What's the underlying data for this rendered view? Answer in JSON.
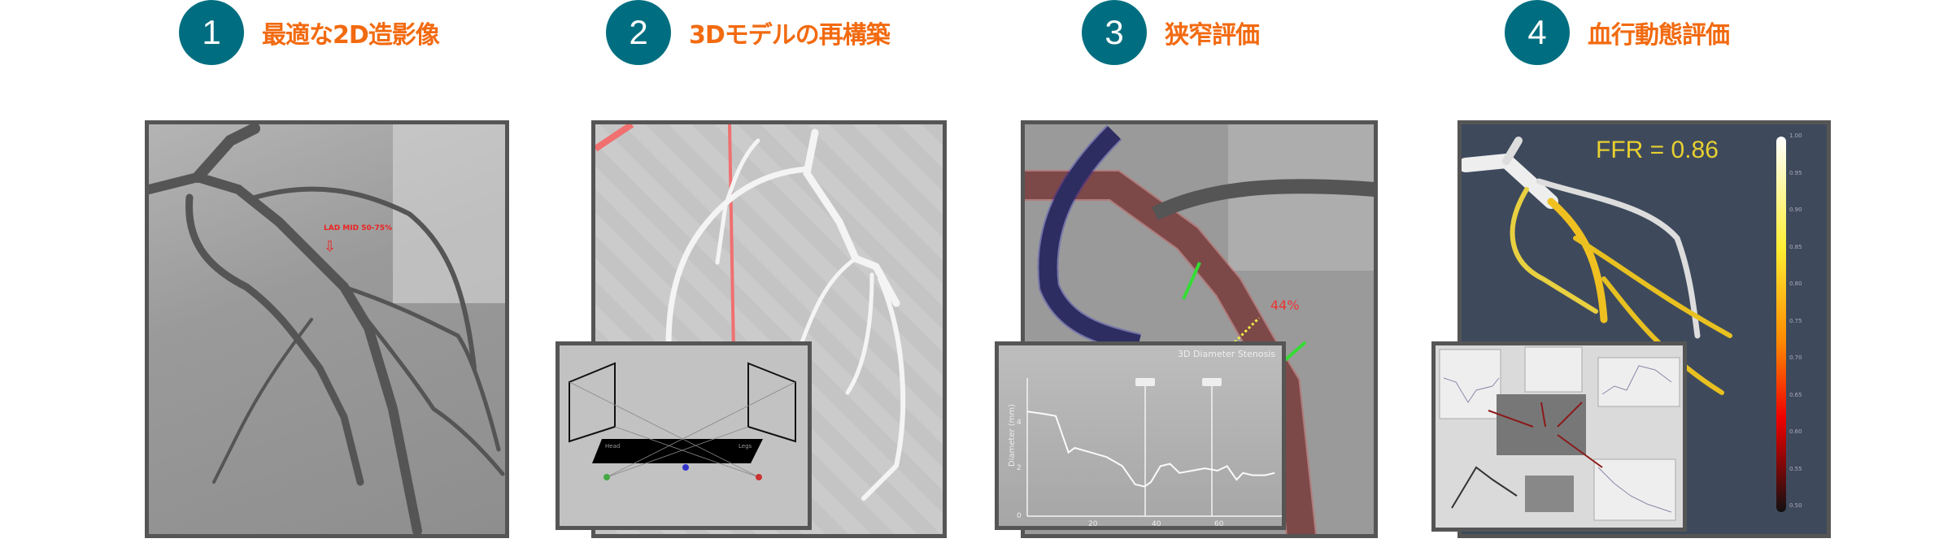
{
  "steps": [
    {
      "number": "1",
      "title": "最適な2D造影像"
    },
    {
      "number": "2",
      "title": "3Dモデルの再構築"
    },
    {
      "number": "3",
      "title": "狭窄評価"
    },
    {
      "number": "4",
      "title": "血行動態評価"
    }
  ],
  "panel1": {
    "annotation": "LAD MID 50-75%"
  },
  "panel2": {
    "labels": {
      "left": "Head",
      "right": "Legs"
    }
  },
  "panel3": {
    "stenosis": "44%",
    "chart": {
      "title": "3D Diameter Stenosis",
      "ylabel": "Diameter (mm)",
      "yticks": [
        "0",
        "2",
        "4"
      ],
      "xticks": [
        "20",
        "40",
        "60"
      ],
      "x": [
        0,
        5,
        9,
        11,
        13,
        15,
        20,
        25,
        30,
        34,
        37,
        39,
        42,
        45,
        48,
        52,
        56,
        60,
        63,
        66,
        68,
        71,
        75,
        78
      ],
      "y": [
        4.6,
        4.5,
        4.4,
        3.6,
        2.8,
        3.0,
        2.8,
        2.6,
        2.2,
        1.4,
        1.3,
        1.5,
        2.2,
        2.3,
        1.9,
        2.0,
        2.1,
        2.0,
        2.2,
        1.6,
        1.9,
        1.8,
        1.8,
        1.9
      ]
    }
  },
  "panel4": {
    "ffr_label": "FFR = 0.86",
    "scale_ticks": [
      "1.00",
      "0.95",
      "0.90",
      "0.85",
      "0.80",
      "0.75",
      "0.70",
      "0.65",
      "0.60",
      "0.55",
      "0.50"
    ]
  }
}
